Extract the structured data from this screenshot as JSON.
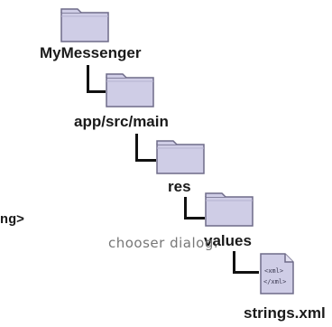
{
  "tree": {
    "root_label": "MyMessenger",
    "level1_label": "app/src/main",
    "level2_label": "res",
    "level3_label": "values",
    "file_label": "strings.xml"
  },
  "file_icon_text": {
    "open_tag": "<xml>",
    "close_tag": "</xml>"
  },
  "left_fragment": "ng>",
  "annotation": "chooser dialog.",
  "colors": {
    "folder_fill": "#cfcde6",
    "folder_stroke": "#6e6b88",
    "connector": "#111111"
  },
  "icons": {
    "folder": "folder-icon",
    "file": "xml-file-icon"
  }
}
